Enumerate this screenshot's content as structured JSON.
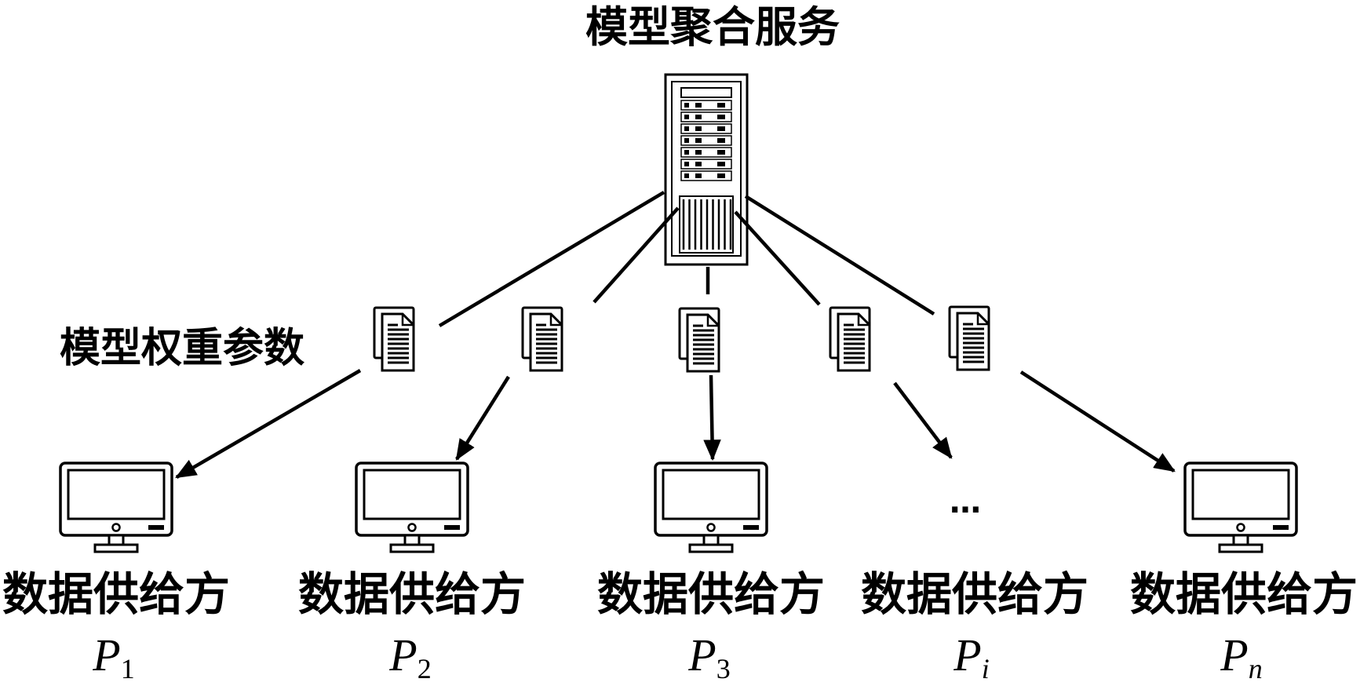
{
  "server": {
    "label": "模型聚合服务",
    "icon": "server-rack-icon"
  },
  "weights_label": "模型权重参数",
  "document_icon": "document-icon",
  "ellipsis": "…",
  "providers": [
    {
      "label": "数据供给方",
      "name": "P",
      "sub": "1",
      "sub_italic": false,
      "has_computer": true
    },
    {
      "label": "数据供给方",
      "name": "P",
      "sub": "2",
      "sub_italic": false,
      "has_computer": true
    },
    {
      "label": "数据供给方",
      "name": "P",
      "sub": "3",
      "sub_italic": false,
      "has_computer": true
    },
    {
      "label": "数据供给方",
      "name": "P",
      "sub": "i",
      "sub_italic": true,
      "has_computer": false
    },
    {
      "label": "数据供给方",
      "name": "P",
      "sub": "n",
      "sub_italic": true,
      "has_computer": true
    }
  ]
}
